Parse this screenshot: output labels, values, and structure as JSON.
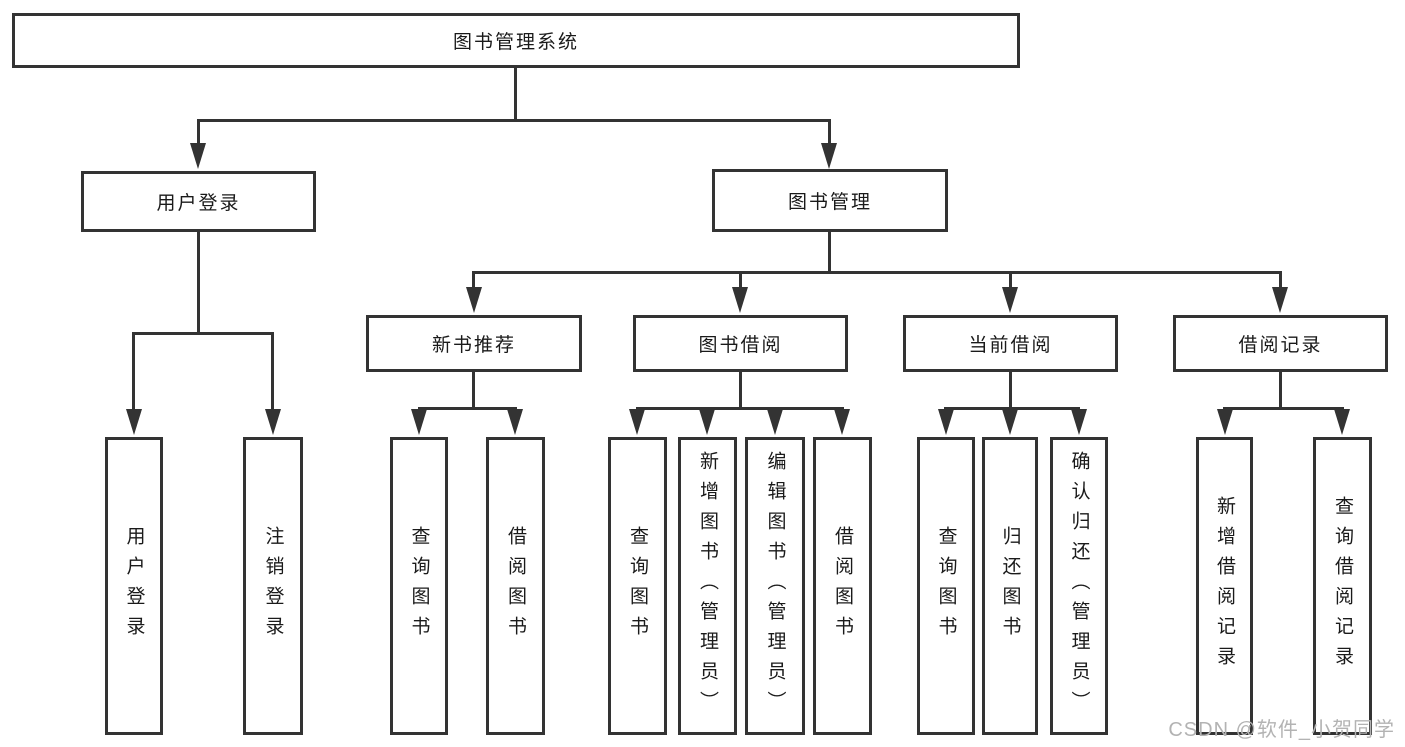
{
  "title": {
    "label": "图书管理系统"
  },
  "branches": [
    {
      "label": "用户登录",
      "children": [
        {
          "label": "用户登录"
        },
        {
          "label": "注销登录"
        }
      ]
    },
    {
      "label": "图书管理",
      "children": [
        {
          "label": "新书推荐",
          "children": [
            {
              "label": "查询图书"
            },
            {
              "label": "借阅图书"
            }
          ]
        },
        {
          "label": "图书借阅",
          "children": [
            {
              "label": "查询图书"
            },
            {
              "label": "新增图书（管理员）"
            },
            {
              "label": "编辑图书（管理员）"
            },
            {
              "label": "借阅图书"
            }
          ]
        },
        {
          "label": "当前借阅",
          "children": [
            {
              "label": "查询图书"
            },
            {
              "label": "归还图书"
            },
            {
              "label": "确认归还（管理员）"
            }
          ]
        },
        {
          "label": "借阅记录",
          "children": [
            {
              "label": "新增借阅记录"
            },
            {
              "label": "查询借阅记录"
            }
          ]
        }
      ]
    }
  ],
  "watermark": {
    "text": "CSDN @软件_小贺同学"
  },
  "colors": {
    "line": "#333333",
    "text": "#1a1a1a",
    "watermark": "#b3b3b3",
    "background": "#ffffff"
  }
}
